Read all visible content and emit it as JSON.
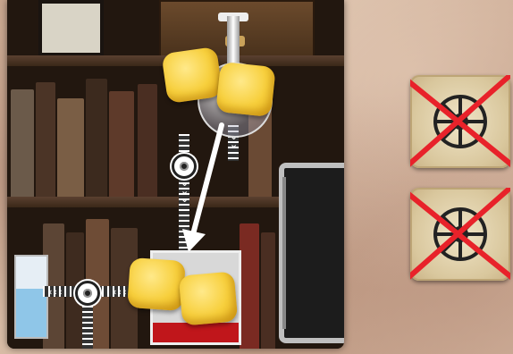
{
  "scene": {
    "board_type": "bookshelf-board",
    "cubes": {
      "color": "#f7cf3c",
      "count_top": 2,
      "count_bottom": 2
    },
    "move_arrow": {
      "color": "#ffffff",
      "direction": "down"
    }
  },
  "tokens": [
    {
      "symbol": "wheel-icon",
      "status": "crossed-out",
      "cross_color": "#e8222a"
    },
    {
      "symbol": "wheel-icon",
      "status": "crossed-out",
      "cross_color": "#e8222a"
    }
  ]
}
